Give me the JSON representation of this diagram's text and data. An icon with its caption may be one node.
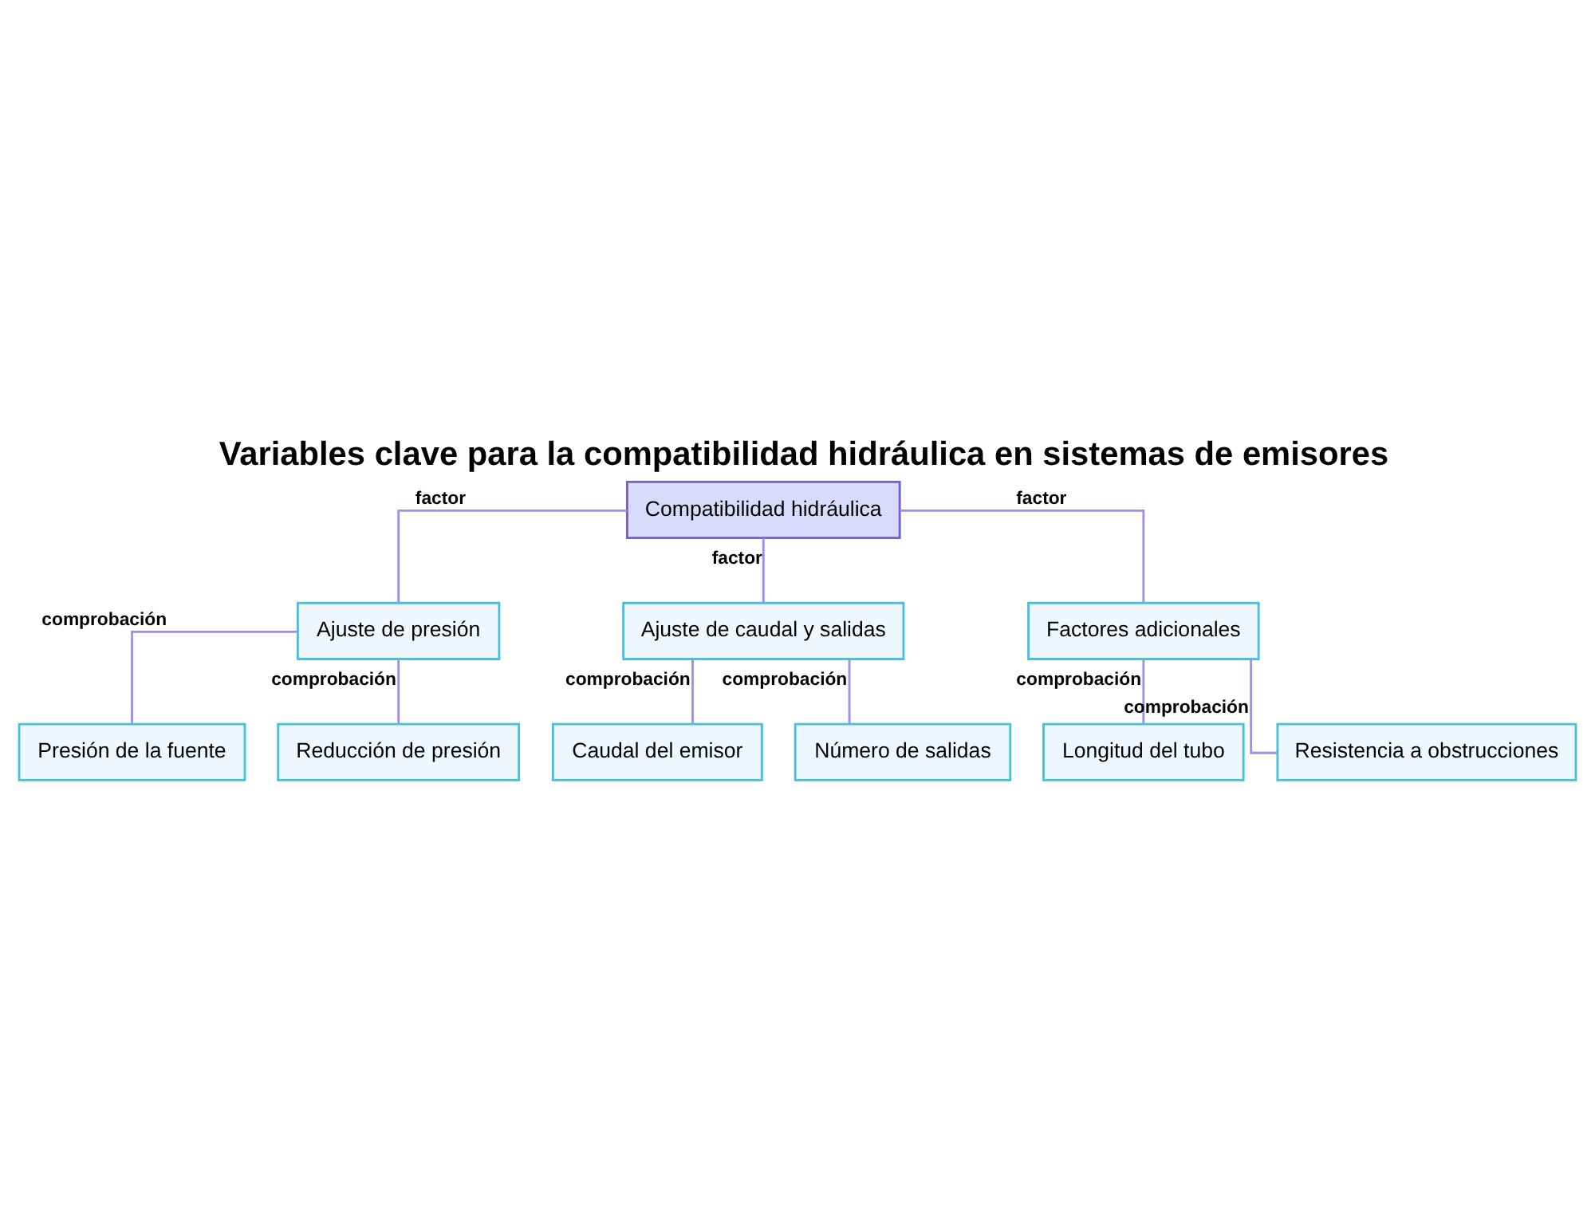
{
  "diagram": {
    "title": "Variables clave para la compatibilidad hidráulica en sistemas de emisores",
    "nodes": [
      {
        "text": [
          "Compatibilidad hidráulica"
        ]
      },
      {
        "text": [
          "Ajuste de presión"
        ]
      },
      {
        "text": [
          "Ajuste de caudal y salidas"
        ]
      },
      {
        "text": [
          "Factores adicionales"
        ]
      },
      {
        "text": [
          "Presión de la fuente"
        ]
      },
      {
        "text": [
          "Reducción de presión"
        ]
      },
      {
        "text": [
          "Caudal del emisor"
        ]
      },
      {
        "text": [
          "Número de salidas"
        ]
      },
      {
        "text": [
          "Longitud del tubo"
        ]
      },
      {
        "text": [
          "Resistencia a obstrucciones"
        ]
      }
    ],
    "edges": [
      {
        "from": 0,
        "to": 1,
        "arrow": "none",
        "label": "factor"
      },
      {
        "from": 0,
        "to": 2,
        "arrow": "none",
        "label": "factor"
      },
      {
        "from": 0,
        "to": 3,
        "arrow": "none",
        "label": "factor"
      },
      {
        "from": 1,
        "to": 4,
        "arrow": "none",
        "label": "comprobación"
      },
      {
        "from": 1,
        "to": 5,
        "arrow": "none",
        "label": "comprobación"
      },
      {
        "from": 2,
        "to": 6,
        "arrow": "none",
        "label": "comprobación"
      },
      {
        "from": 2,
        "to": 7,
        "arrow": "none",
        "label": "comprobación"
      },
      {
        "from": 3,
        "to": 8,
        "arrow": "none",
        "label": "comprobación"
      },
      {
        "from": 3,
        "to": 9,
        "arrow": "none",
        "label": "comprobación"
      }
    ]
  }
}
